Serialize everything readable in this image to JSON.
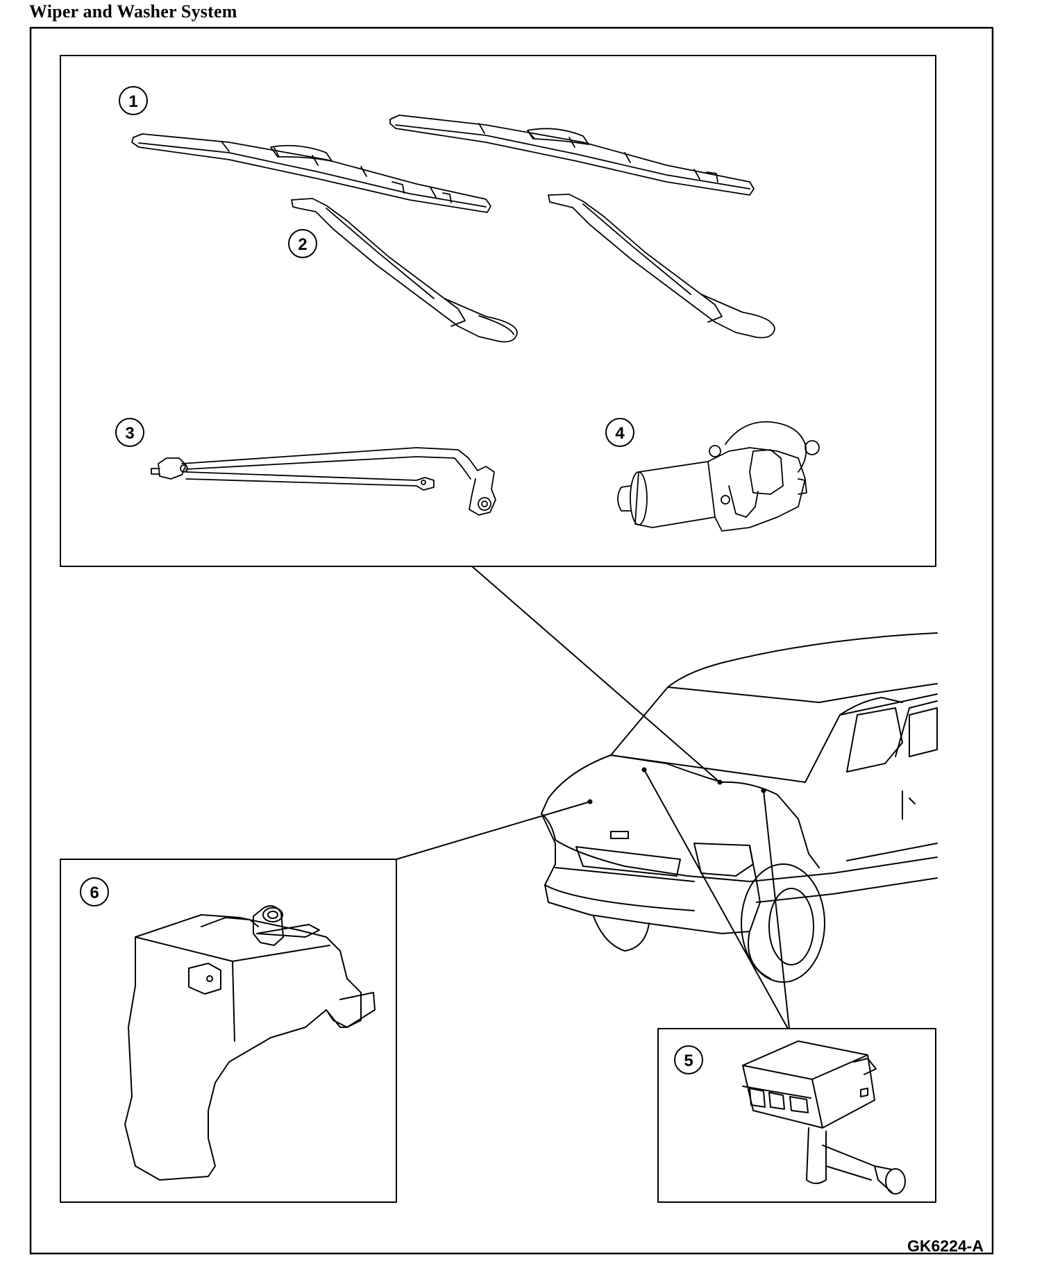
{
  "title": "Wiper and Washer System",
  "figure_id": "GK6224-A",
  "callouts": [
    {
      "number": "1",
      "part": "wiper-blade"
    },
    {
      "number": "2",
      "part": "wiper-arm"
    },
    {
      "number": "3",
      "part": "wiper-pivot-linkage"
    },
    {
      "number": "4",
      "part": "wiper-motor"
    },
    {
      "number": "5",
      "part": "washer-nozzle"
    },
    {
      "number": "6",
      "part": "washer-reservoir"
    }
  ]
}
